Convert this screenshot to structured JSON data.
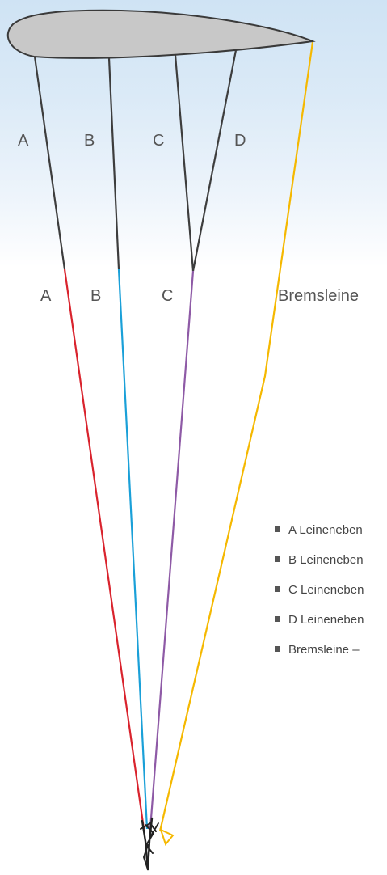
{
  "colors": {
    "wing_fill": "#c8c8c8",
    "wing_stroke": "#3a3a3a",
    "upper_line": "#3d3d3d",
    "line_a": "#d9232d",
    "line_b": "#1aa0d8",
    "line_c": "#8e5aa6",
    "brake": "#f5b800",
    "legend_bullet": "#555555"
  },
  "upper_labels": {
    "a": "A",
    "b": "B",
    "c": "C",
    "d": "D"
  },
  "lower_labels": {
    "a": "A",
    "b": "B",
    "c": "C",
    "brake": "Bremsleine"
  },
  "legend": {
    "items": [
      {
        "text": "A Leineneben"
      },
      {
        "text": "B Leineneben"
      },
      {
        "text": "C Leineneben"
      },
      {
        "text": "D Leineneben"
      },
      {
        "text": "Bremsleine – "
      }
    ]
  }
}
